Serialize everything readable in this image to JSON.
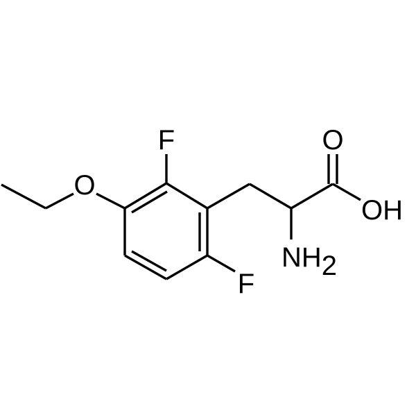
{
  "structure": {
    "bond_color": "#000000",
    "background_color": "#ffffff",
    "atoms": {
      "fluorine_top": "F",
      "fluorine_bottom": "F",
      "ether_oxygen": "O",
      "carbonyl_oxygen": "O",
      "hydroxyl": "OH",
      "amine": "NH",
      "amine_subscript": "2"
    }
  }
}
